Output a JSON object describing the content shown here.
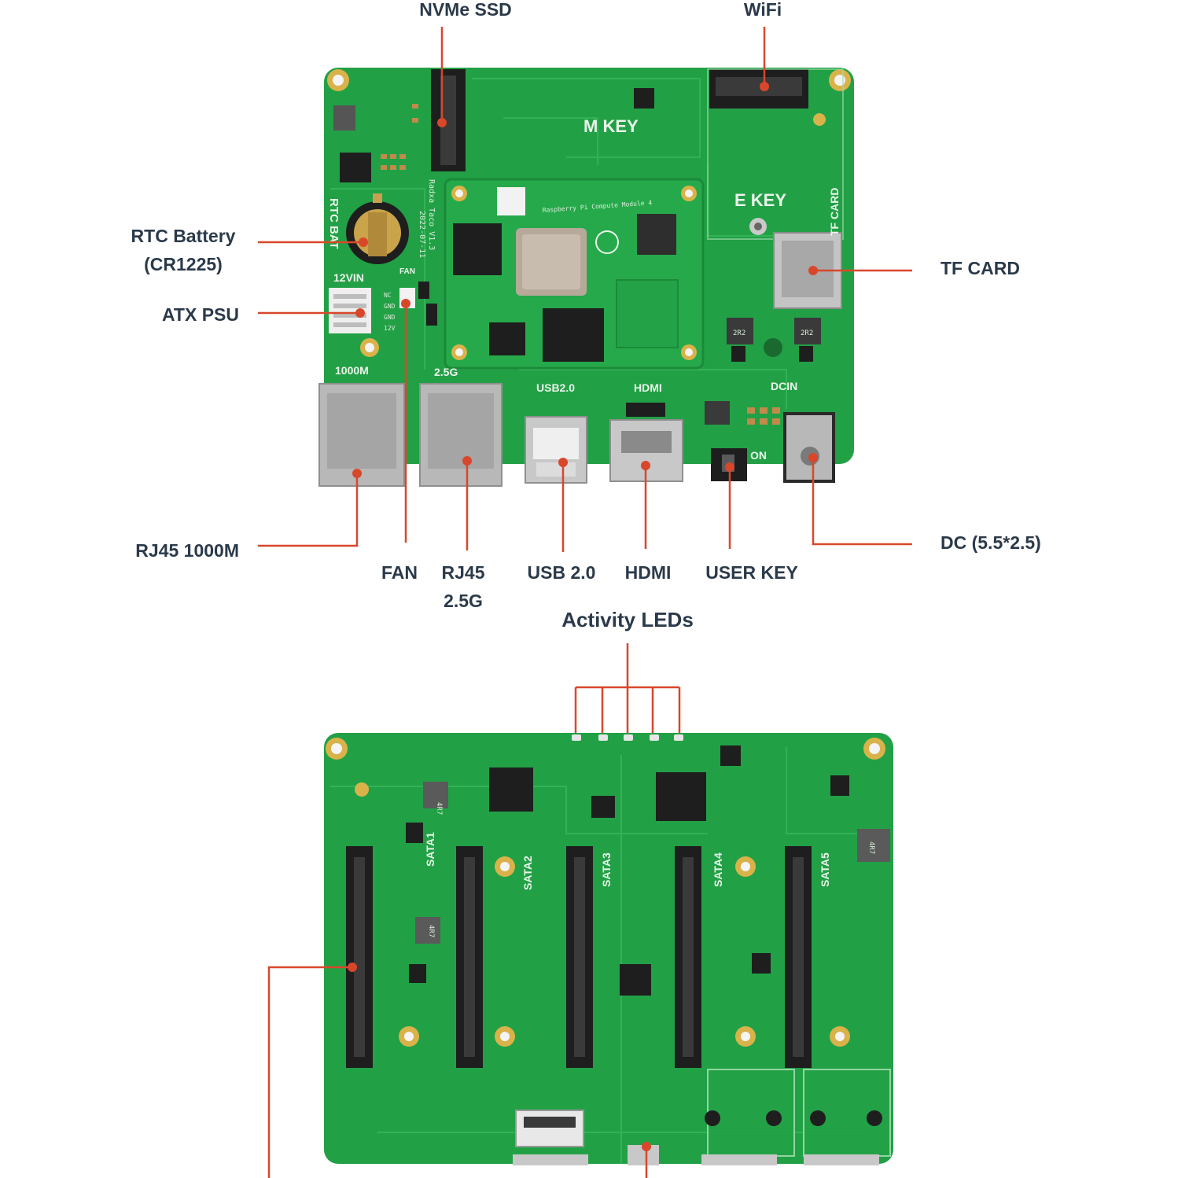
{
  "colors": {
    "pcb": "#22a046",
    "pcb_dark": "#1b8a3a",
    "leader": "#d9472b",
    "label_text": "#2b3a4a",
    "metal": "#b8b8b8",
    "chip": "#1e1e1e",
    "gold": "#d9b24a"
  },
  "top_board": {
    "labels": {
      "nvme": "NVMe SSD",
      "wifi": "WiFi",
      "rtc_line1": "RTC Battery",
      "rtc_line2": "(CR1225)",
      "atx": "ATX PSU",
      "tf": "TF CARD",
      "rj45_1000": "RJ45 1000M",
      "fan": "FAN",
      "rj45_25_line1": "RJ45",
      "rj45_25_line2": "2.5G",
      "usb": "USB 2.0",
      "hdmi": "HDMI",
      "user_key": "USER KEY",
      "dc": "DC (5.5*2.5)"
    },
    "silkscreen": {
      "m_key": "M KEY",
      "e_key": "E KEY",
      "tf_card": "TF CARD",
      "rtc_bat": "RTC BAT",
      "vin": "12VIN",
      "fan": "FAN",
      "eth1": "1000M",
      "eth2": "2.5G",
      "usb": "USB2.0",
      "hdmi": "HDMI",
      "dcin": "DCIN",
      "on": "ON",
      "board_name": "Radxa Taco V1.3",
      "board_date": "2022-07-11",
      "atx_pins": [
        "NC",
        "GND",
        "GND",
        "12V"
      ],
      "cm4": "Raspberry Pi Compute Module 4",
      "inductor": "2R2"
    }
  },
  "bottom_board": {
    "labels": {
      "activity": "Activity LEDs"
    },
    "silkscreen": {
      "sata": [
        "SATA1",
        "SATA2",
        "SATA3",
        "SATA4",
        "SATA5"
      ],
      "inductor": "4R7"
    }
  }
}
